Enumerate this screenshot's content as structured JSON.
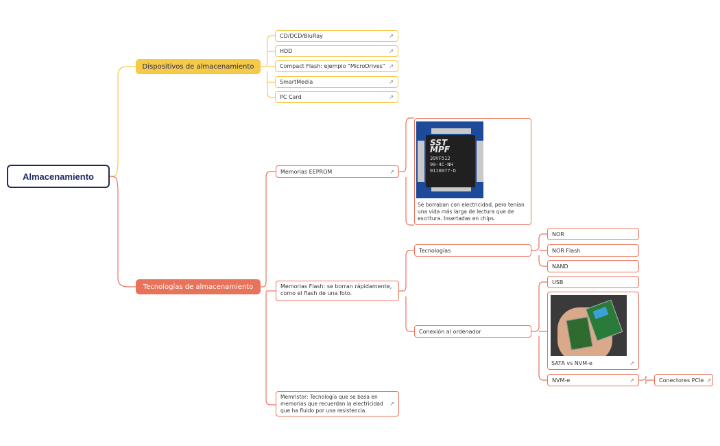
{
  "root": "Almacenamiento",
  "branches": {
    "devices": "Dispositivos de almacenamiento",
    "tech": "Tecnologías de almacenamiento"
  },
  "devices": [
    "CD/DCD/BluRay",
    "HDD",
    "Compact Flash: ejemplo \"MicroDrives\"",
    "SmartMedia",
    "PC Card"
  ],
  "tech": {
    "eeprom": {
      "label": "Memorias EEPROM",
      "image_text": {
        "logo": "SST\nMPF",
        "lines": "39VF512\n90-4C-NH\n0110077-D"
      },
      "description": "Se borraban con electricidad, pero tenian una vida más larga de lectura que de escritura. Insertadas en chips."
    },
    "flash": {
      "label": "Memorias Flash: se borran rápidamente, como el flash de una foto.",
      "technologies": {
        "label": "Tecnologías",
        "items": [
          "NOR",
          "NOR Flash",
          "NAND"
        ]
      },
      "connection": {
        "label": "Conexión al ordenador",
        "usb": "USB",
        "sata": "SATA vs NVM-e",
        "nvme": "NVM-e",
        "pcie": "Conectores PCIe"
      }
    },
    "memristor": "Memristor: Tecnología que se basa en memorias que recuerdan la electricidad que ha fluido por una resistencia."
  },
  "colors": {
    "yellow": "#f7c948",
    "red": "#e8735a",
    "navy": "#1e2a5e"
  },
  "icons": {
    "link": "external-link-icon"
  }
}
